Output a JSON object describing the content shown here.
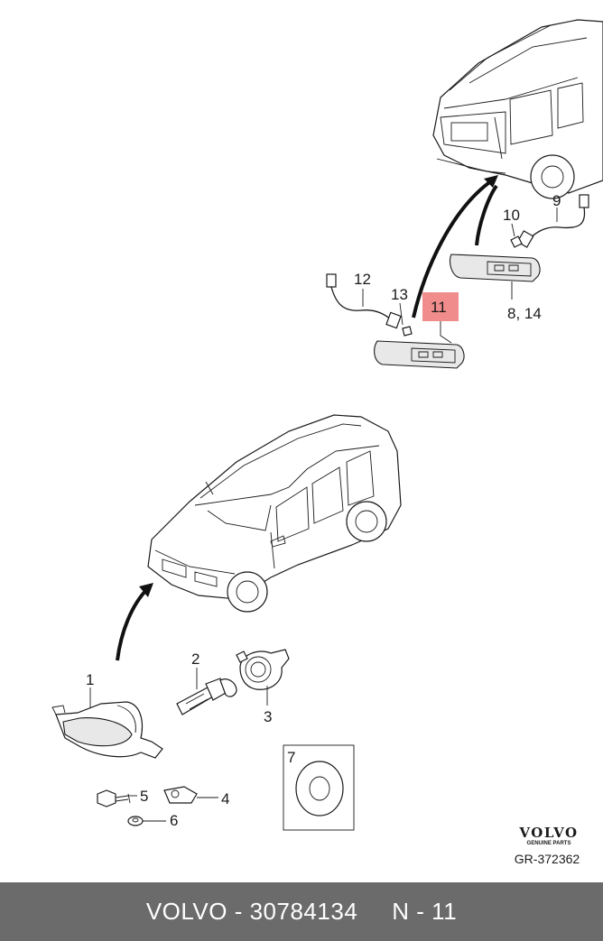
{
  "diagram": {
    "callouts": {
      "c1": "1",
      "c2": "2",
      "c3": "3",
      "c4": "4",
      "c5": "5",
      "c6": "6",
      "c7": "7",
      "c9": "9",
      "c10": "10",
      "c11": "11",
      "c12": "12",
      "c13": "13",
      "c814": "8, 14"
    },
    "highlight_color": "#f08c8c"
  },
  "brand": {
    "logo": "VOLVO",
    "tagline": "GENUINE PARTS",
    "reference": "GR-372362"
  },
  "footer": {
    "make": "VOLVO - 30784134",
    "position": "N - 11"
  }
}
